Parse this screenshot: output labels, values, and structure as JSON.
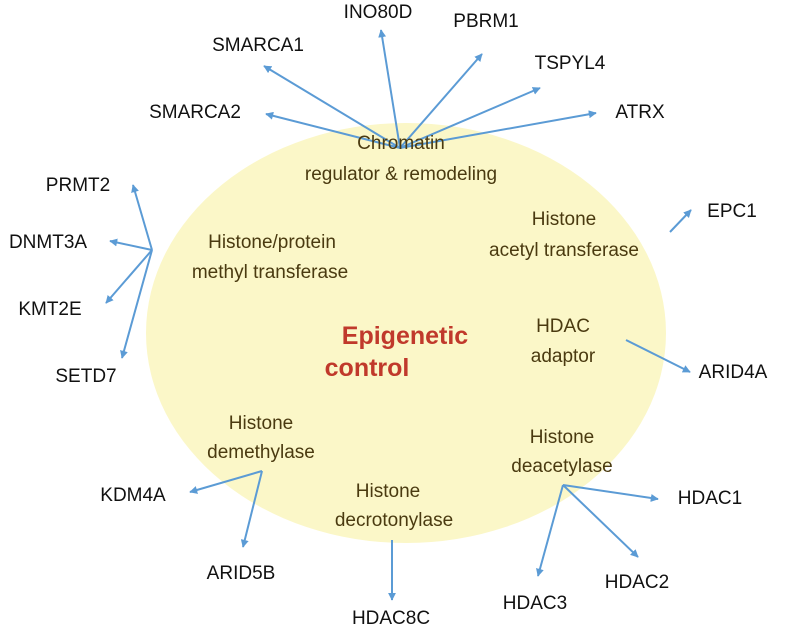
{
  "center": {
    "line1": "Epigenetic",
    "line2": "control"
  },
  "categories": {
    "chromatin": [
      "Chromatin",
      "regulator & remodeling"
    ],
    "methyl": [
      "Histone/protein",
      "methyl transferase"
    ],
    "acetyl": [
      "Histone",
      "acetyl transferase"
    ],
    "hdac_adaptor": [
      "HDAC",
      "adaptor"
    ],
    "demethylase": [
      "Histone",
      "demethylase"
    ],
    "decrotonylase": [
      "Histone",
      "decrotonylase"
    ],
    "deacetylase": [
      "Histone",
      "deacetylase"
    ]
  },
  "genes": {
    "ino80d": "INO80D",
    "pbrm1": "PBRM1",
    "smarca1": "SMARCA1",
    "tspyl4": "TSPYL4",
    "smarca2": "SMARCA2",
    "atrx": "ATRX",
    "prmt2": "PRMT2",
    "dnmt3a": "DNMT3A",
    "kmt2e": "KMT2E",
    "setd7": "SETD7",
    "epc1": "EPC1",
    "arid4a": "ARID4A",
    "kdm4a": "KDM4A",
    "arid5b": "ARID5B",
    "hdac8c": "HDAC8C",
    "hdac1": "HDAC1",
    "hdac2": "HDAC2",
    "hdac3": "HDAC3"
  },
  "colors": {
    "ellipse_fill": "#fbf7c8",
    "arrow": "#5b9bd5",
    "center_text": "#c0392b",
    "category_text": "#4a3a10",
    "gene_text": "#111111"
  }
}
